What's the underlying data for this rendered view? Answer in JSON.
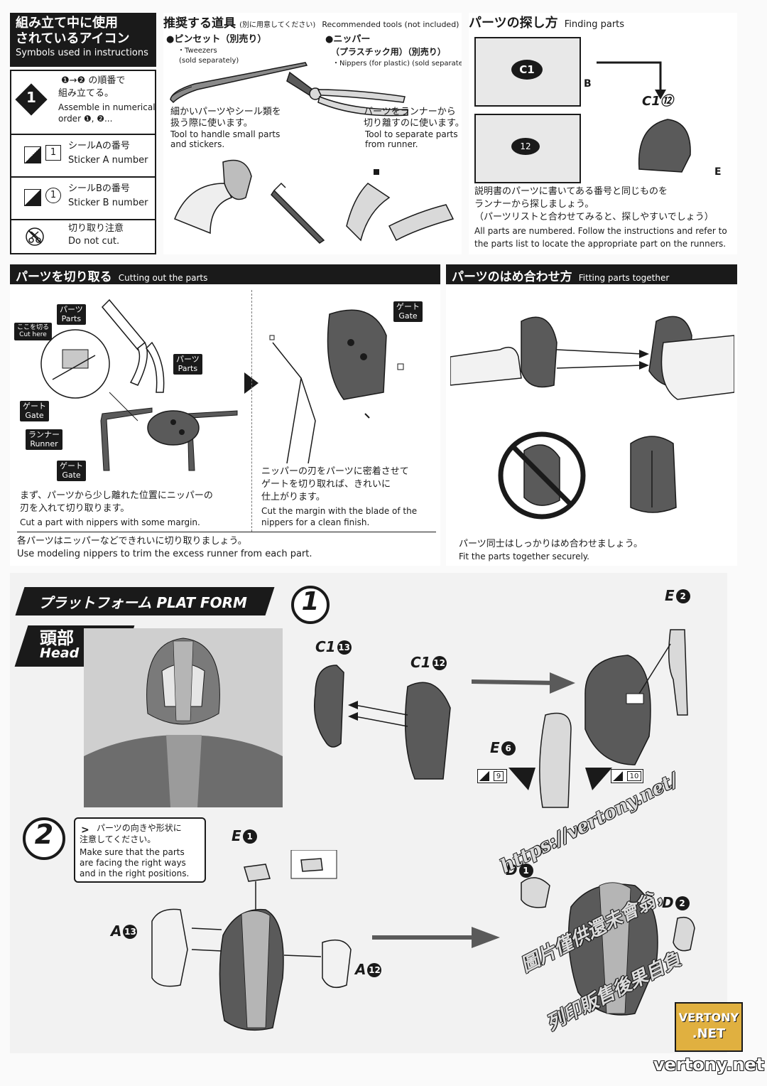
{
  "symbols": {
    "title_jp_1": "組み立て中に使用",
    "title_jp_2": "されているアイコン",
    "title_en": "Symbols used in instructions",
    "order_jp_a": "❶→❷ の順番で",
    "order_jp_b": "組み立てる。",
    "order_en_a": "Assemble in numerical",
    "order_en_b": "order ❶, ❷...",
    "order_num": "1",
    "sticker_a_jp": "シールAの番号",
    "sticker_a_en": "Sticker A number",
    "sticker_a_num": "1",
    "sticker_b_jp": "シールBの番号",
    "sticker_b_en": "Sticker B number",
    "sticker_b_num": "1",
    "nocut_jp": "切り取り注意",
    "nocut_en": "Do not cut."
  },
  "tools": {
    "title_jp": "推奨する道具",
    "title_jp_note": "(別に用意してください)",
    "title_en": "Recommended tools (not included)",
    "tweezers_jp": "●ピンセット（別売り）",
    "tweezers_en_a": "・Tweezers",
    "tweezers_en_b": "(sold separately)",
    "nipper_jp_a": "●ニッパー",
    "nipper_jp_b": "（プラスチック用）（別売り）",
    "nipper_en": "・Nippers (for plastic) (sold separately)",
    "tweezers_desc_jp_a": "細かいパーツやシール類を",
    "tweezers_desc_jp_b": "扱う際に使います。",
    "tweezers_desc_en_a": "Tool to handle small parts",
    "tweezers_desc_en_b": "and stickers.",
    "nipper_desc_jp_a": "パーツをランナーから",
    "nipper_desc_jp_b": "切り離すのに使います。",
    "nipper_desc_en_a": "Tool to separate parts",
    "nipper_desc_en_b": "from runner."
  },
  "finding": {
    "title_jp": "パーツの探し方",
    "title_en": "Finding parts",
    "label_c1": "C1",
    "label_c1_12": "C1⑫",
    "label_12": "12",
    "label_b": "B",
    "label_e": "E",
    "desc_jp_a": "説明書のパーツに書いてある番号と同じものを",
    "desc_jp_b": "ランナーから探しましょう。",
    "desc_jp_c": "（パーツリストと合わせてみると、探しやすいでしょう）",
    "desc_en_a": "All parts are numbered. Follow the instructions and refer to",
    "desc_en_b": "the parts list to locate the appropriate part on the runners."
  },
  "cutting": {
    "title_jp": "パーツを切り取る",
    "title_en": "Cutting out the parts",
    "cut_here_jp": "ここを切る",
    "cut_here_en": "Cut here",
    "parts_jp": "パーツ",
    "parts_en": "Parts",
    "gate_jp": "ゲート",
    "gate_en": "Gate",
    "runner_jp": "ランナー",
    "runner_en": "Runner",
    "step1_jp_a": "まず、パーツから少し離れた位置にニッパーの",
    "step1_jp_b": "刃を入れて切り取ります。",
    "step1_en": "Cut a part with nippers with some margin.",
    "step2_jp_a": "ニッパーの刃をパーツに密着させて",
    "step2_jp_b": "ゲートを切り取れば、きれいに",
    "step2_jp_c": "仕上がります。",
    "step2_en_a": "Cut the margin with the blade of the",
    "step2_en_b": "nippers for a clean finish.",
    "footer_jp": "各パーツはニッパーなどできれいに切り取りましょう。",
    "footer_en": "Use modeling nippers to trim the excess runner from each part."
  },
  "fitting": {
    "title_jp": "パーツのはめ合わせ方",
    "title_en": "Fitting parts together",
    "desc_jp": "パーツ同士はしっかりはめ合わせましょう。",
    "desc_en": "Fit the parts together securely."
  },
  "platform": {
    "banner": "プラットフォーム PLAT FORM",
    "section_jp": "頭部",
    "section_en": "Head"
  },
  "step1": {
    "num": "1",
    "c1_13": "C1",
    "c1_13_n": "13",
    "c1_12": "C1",
    "c1_12_n": "12",
    "e2": "E",
    "e2_n": "2",
    "e6": "E",
    "e6_n": "6",
    "sticker_9": "9",
    "sticker_10": "10"
  },
  "step2": {
    "num": "2",
    "note_jp_a": "パーツの向きや形状に",
    "note_jp_b": "注意してください。",
    "note_en_a": "Make sure that the parts",
    "note_en_b": "are facing the right ways",
    "note_en_c": "and in the right positions.",
    "e1": "E",
    "e1_n": "1",
    "a13": "A",
    "a13_n": "13",
    "a12": "A",
    "a12_n": "12",
    "d1": "D",
    "d1_n": "1",
    "d2": "D",
    "d2_n": "2"
  },
  "watermarks": {
    "url": "https://vertony.net/",
    "cn_a": "圖片僅供還未會翁，",
    "cn_b": "列印販售後果自負",
    "badge_a": "VERTONY",
    "badge_b": ".NET",
    "site": "vertony.net"
  }
}
